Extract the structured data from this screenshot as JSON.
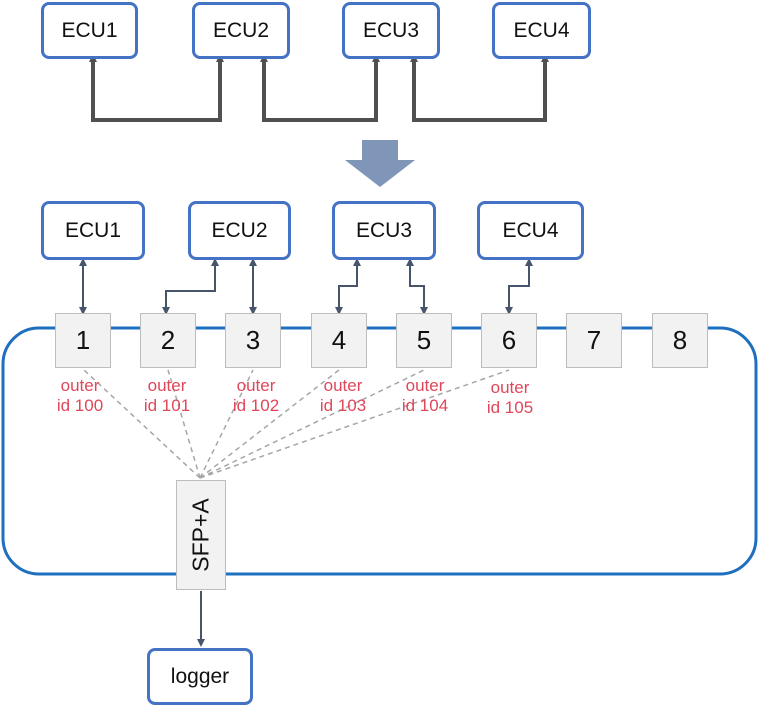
{
  "top_ecus": [
    "ECU1",
    "ECU2",
    "ECU3",
    "ECU4"
  ],
  "bottom_ecus": [
    "ECU1",
    "ECU2",
    "ECU3",
    "ECU4"
  ],
  "ports": [
    "1",
    "2",
    "3",
    "4",
    "5",
    "6",
    "7",
    "8"
  ],
  "outer_ids": [
    {
      "line1": "outer",
      "line2": "id 100"
    },
    {
      "line1": "outer",
      "line2": "id 101"
    },
    {
      "line1": "outer",
      "line2": "id 102"
    },
    {
      "line1": "outer",
      "line2": "id 103"
    },
    {
      "line1": "outer",
      "line2": "id 104"
    },
    {
      "line1": "outer",
      "line2": "id 105"
    }
  ],
  "sfp_label": "SFP+A",
  "logger_label": "logger",
  "colors": {
    "box_border": "#4472c4",
    "switch_outline": "#1f6fbf",
    "outer_id_text": "#e0475a",
    "dark_arrow": "#505050",
    "slate_arrow": "#46556a",
    "transform_arrow": "#7f96b8"
  }
}
